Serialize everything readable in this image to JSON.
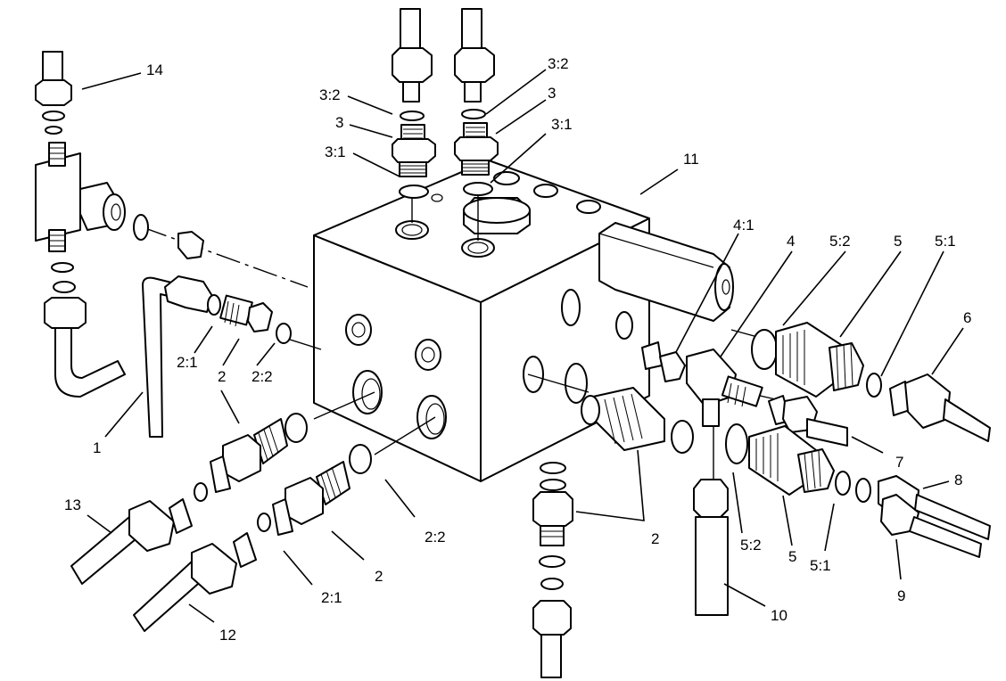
{
  "callouts": [
    {
      "id": "c14",
      "text": "14"
    },
    {
      "id": "c3-2-left",
      "text": "3:2"
    },
    {
      "id": "c3-left",
      "text": "3"
    },
    {
      "id": "c3-1-left",
      "text": "3:1"
    },
    {
      "id": "c3-2-right",
      "text": "3:2"
    },
    {
      "id": "c3-right",
      "text": "3"
    },
    {
      "id": "c3-1-right",
      "text": "3:1"
    },
    {
      "id": "c11",
      "text": "11"
    },
    {
      "id": "c4-1",
      "text": "4:1"
    },
    {
      "id": "c4",
      "text": "4"
    },
    {
      "id": "c5-2-top",
      "text": "5:2"
    },
    {
      "id": "c5-top",
      "text": "5"
    },
    {
      "id": "c5-1-top",
      "text": "5:1"
    },
    {
      "id": "c6",
      "text": "6"
    },
    {
      "id": "c2-1-top",
      "text": "2:1"
    },
    {
      "id": "c2-top",
      "text": "2"
    },
    {
      "id": "c2-2-top",
      "text": "2:2"
    },
    {
      "id": "c1",
      "text": "1"
    },
    {
      "id": "c7",
      "text": "7"
    },
    {
      "id": "c8",
      "text": "8"
    },
    {
      "id": "c13",
      "text": "13"
    },
    {
      "id": "c2-2-bottom",
      "text": "2:2"
    },
    {
      "id": "c2-bottom",
      "text": "2"
    },
    {
      "id": "c2-1-bottom",
      "text": "2:1"
    },
    {
      "id": "c12",
      "text": "12"
    },
    {
      "id": "c2-center",
      "text": "2"
    },
    {
      "id": "c5-2-bottom",
      "text": "5:2"
    },
    {
      "id": "c5-bottom",
      "text": "5"
    },
    {
      "id": "c5-1-bottom",
      "text": "5:1"
    },
    {
      "id": "c9",
      "text": "9"
    },
    {
      "id": "c10",
      "text": "10"
    }
  ]
}
